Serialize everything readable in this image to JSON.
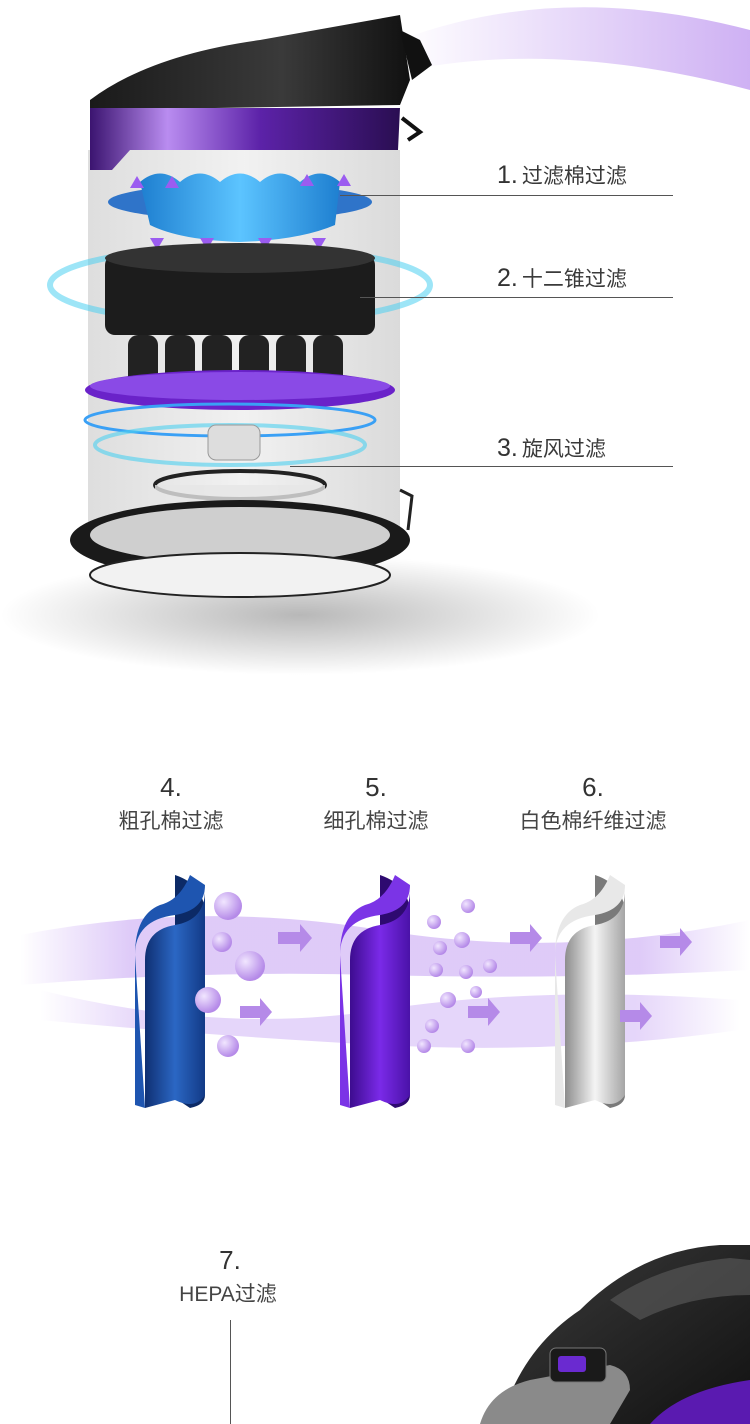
{
  "section_top": {
    "callouts": [
      {
        "number": "1.",
        "text": "过滤棉过滤"
      },
      {
        "number": "2.",
        "text": "十二锥过滤"
      },
      {
        "number": "3.",
        "text": "旋风过滤"
      }
    ]
  },
  "section_middle": {
    "stages": [
      {
        "number": "4.",
        "text": "粗孔棉过滤",
        "color": "#1f4fa8"
      },
      {
        "number": "5.",
        "text": "细孔棉过滤",
        "color": "#6a1fd0"
      },
      {
        "number": "6.",
        "text": "白色棉纤维过滤",
        "color": "#b8b8b8"
      }
    ]
  },
  "section_bottom": {
    "number": "7.",
    "text": "HEPA过滤"
  },
  "colors": {
    "accent_purple": "#8a3fe0",
    "filter_blue": "#1f4fa8",
    "air_flow": "#c9a8f2"
  }
}
